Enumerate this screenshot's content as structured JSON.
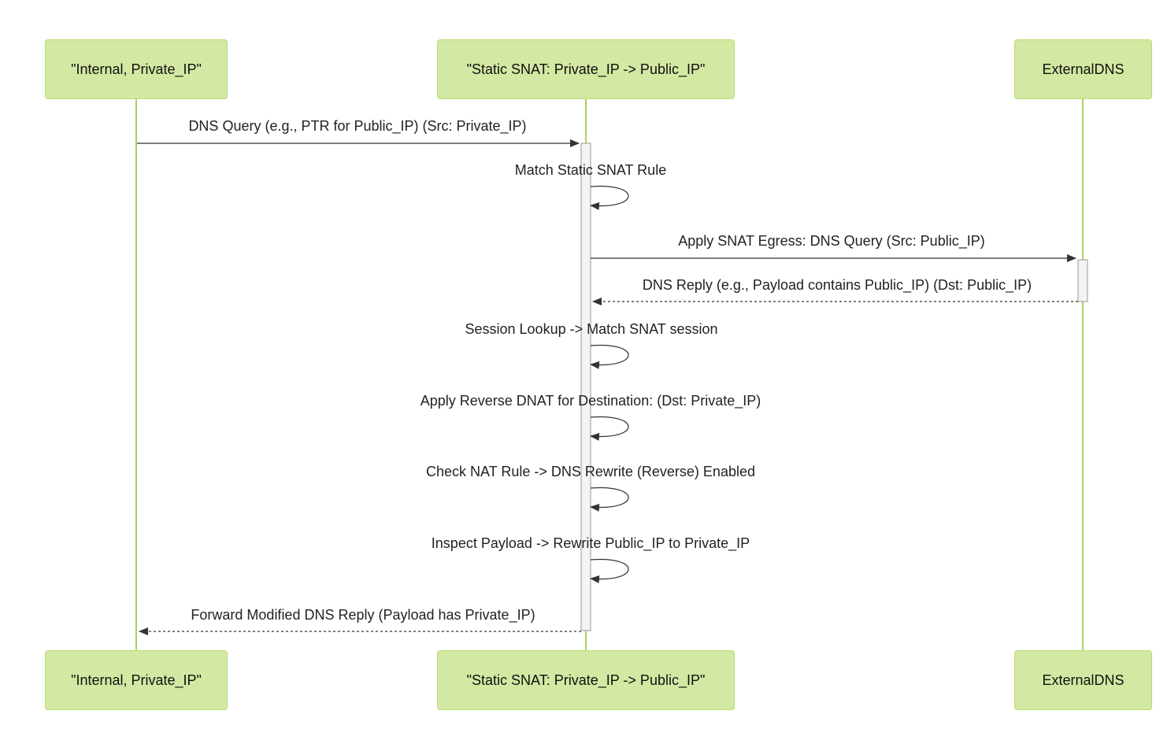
{
  "participants": [
    {
      "id": "internal",
      "label": "\"Internal, Private_IP\""
    },
    {
      "id": "snat",
      "label": "\"Static SNAT: Private_IP -> Public_IP\""
    },
    {
      "id": "dns",
      "label": "ExternalDNS"
    }
  ],
  "messages": [
    {
      "id": "m1",
      "from": "internal",
      "to": "snat",
      "style": "solid",
      "text": "DNS Query (e.g., PTR for Public_IP) (Src: Private_IP)"
    },
    {
      "id": "m2",
      "from": "snat",
      "to": "snat",
      "style": "self",
      "text": "Match Static SNAT Rule"
    },
    {
      "id": "m3",
      "from": "snat",
      "to": "dns",
      "style": "solid",
      "text": "Apply SNAT Egress: DNS Query (Src: Public_IP)"
    },
    {
      "id": "m4",
      "from": "dns",
      "to": "snat",
      "style": "dashed",
      "text": "DNS Reply (e.g., Payload contains Public_IP) (Dst: Public_IP)"
    },
    {
      "id": "m5",
      "from": "snat",
      "to": "snat",
      "style": "self",
      "text": "Session Lookup -> Match SNAT session"
    },
    {
      "id": "m6",
      "from": "snat",
      "to": "snat",
      "style": "self",
      "text": "Apply Reverse DNAT for Destination: (Dst: Private_IP)"
    },
    {
      "id": "m7",
      "from": "snat",
      "to": "snat",
      "style": "self",
      "text": "Check NAT Rule -> DNS Rewrite (Reverse) Enabled"
    },
    {
      "id": "m8",
      "from": "snat",
      "to": "snat",
      "style": "self",
      "text": "Inspect Payload -> Rewrite Public_IP to Private_IP"
    },
    {
      "id": "m9",
      "from": "snat",
      "to": "internal",
      "style": "dashed",
      "text": "Forward Modified DNS Reply (Payload has Private_IP)"
    }
  ],
  "colors": {
    "actor_fill": "#d3e8a2",
    "actor_border": "#b9de6e",
    "lifeline": "#a9d45a",
    "arrow": "#333333",
    "activation_fill": "#f4f4f4",
    "activation_border": "#999999"
  }
}
